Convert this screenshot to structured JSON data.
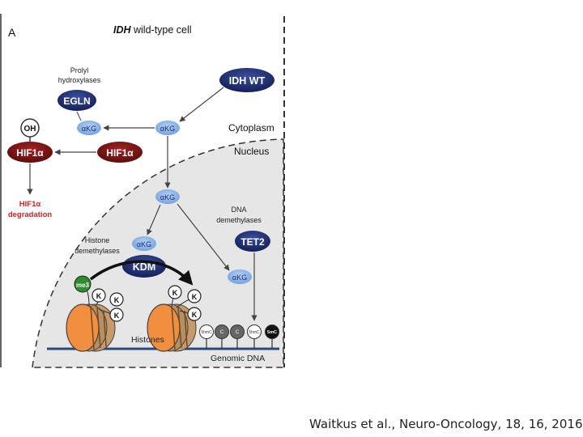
{
  "panel_label": "A",
  "title_italic": "IDH",
  "title_rest": " wild-type cell",
  "labels": {
    "cytoplasm": "Cytoplasm",
    "nucleus": "Nucleus",
    "prolyl_line1": "Prolyl",
    "prolyl_line2": "hydroxylases",
    "dna_demeth_line1": "DNA",
    "dna_demeth_line2": "demethylases",
    "histone_demeth_line1": "Histone",
    "histone_demeth_line2": "demethylases",
    "hif_degradation_line1": "HIF1α",
    "hif_degradation_line2": "degradation",
    "histones": "Histones",
    "genomic_dna": "Genomic DNA"
  },
  "nodes": {
    "idh_wt": "IDH WT",
    "egln": "EGLN",
    "kdm": "KDM",
    "tet2": "TET2",
    "hif1a_left": "HIF1α",
    "hif1a_right": "HIF1α",
    "oh": "OH",
    "akg": "αKG",
    "me3": "me3",
    "k": "K"
  },
  "dna_marks": [
    "5hmC",
    "C",
    "C",
    "5hmC",
    "5mC"
  ],
  "citation": "Waitkus et al., Neuro-Oncology, 18, 16, 2016",
  "colors": {
    "navy": "#1a2a6c",
    "akg_blue": "#8ab4ea",
    "hif_red": "#7a1414",
    "degradation_red": "#d42020",
    "nucleus_fill": "#e8e8e8",
    "nucleosome_orange": "#f28e3f",
    "histone_band": "#b89160",
    "dna_line": "#2a4a7a",
    "me3_green": "#2e8b2e"
  }
}
